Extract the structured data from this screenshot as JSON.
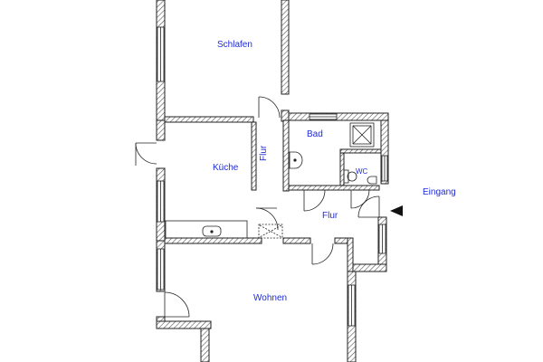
{
  "colors": {
    "label": "#1f2bd6",
    "wall": "#222222",
    "hatch": "#666666",
    "fixture": "#222222",
    "background": "#ffffff"
  },
  "rooms": {
    "schlafen": "Schlafen",
    "kueche": "Küche",
    "flur_vertical": "Flur",
    "bad": "Bad",
    "wc": "WC",
    "flur": "Flur",
    "eingang": "Eingang",
    "wohnen": "Wohnen"
  },
  "icons": {
    "entrance": "entrance-arrow-icon"
  }
}
